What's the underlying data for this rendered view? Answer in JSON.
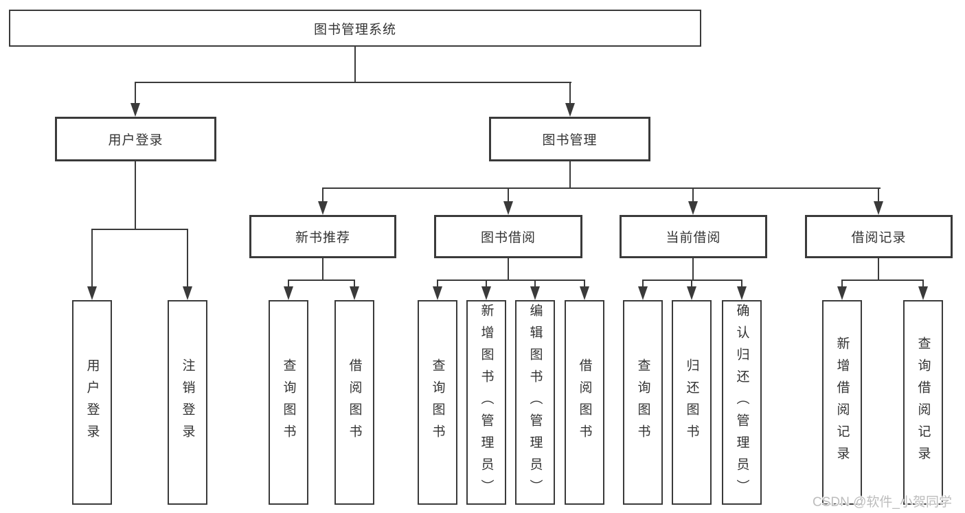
{
  "colors": {
    "line": "#3a3a3a",
    "border": "#3a3a3a",
    "text": "#333333",
    "background": "#ffffff",
    "watermark_text_color": "#bdbdbd"
  },
  "watermark": {
    "text": "CSDN @软件_小贺同学"
  },
  "tree": {
    "root": {
      "label": "图书管理系统"
    },
    "branches": [
      {
        "label": "用户登录",
        "children": [
          {
            "label": "用户登录"
          },
          {
            "label": "注销登录"
          }
        ]
      },
      {
        "label": "图书管理",
        "groups": [
          {
            "label": "新书推荐",
            "children": [
              {
                "label": "查询图书"
              },
              {
                "label": "借阅图书"
              }
            ]
          },
          {
            "label": "图书借阅",
            "children": [
              {
                "label": "查询图书"
              },
              {
                "label": "新增图书（管理员）"
              },
              {
                "label": "编辑图书（管理员）"
              },
              {
                "label": "借阅图书"
              }
            ]
          },
          {
            "label": "当前借阅",
            "children": [
              {
                "label": "查询图书"
              },
              {
                "label": "归还图书"
              },
              {
                "label": "确认归还（管理员）"
              }
            ]
          },
          {
            "label": "借阅记录",
            "children": [
              {
                "label": "新增借阅记录"
              },
              {
                "label": "查询借阅记录"
              }
            ]
          }
        ]
      }
    ]
  }
}
